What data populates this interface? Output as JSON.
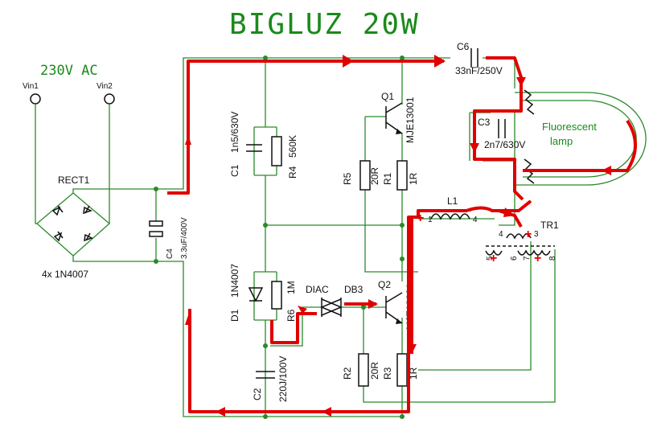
{
  "title": "BIGLUZ 20W",
  "supply": {
    "label": "230V AC",
    "vin1": "Vin1",
    "vin2": "Vin2"
  },
  "rectifier": {
    "name": "RECT1",
    "diodes": "4x 1N4007"
  },
  "components": {
    "c1": {
      "name": "C1",
      "value": "1n5/630V"
    },
    "r4": {
      "name": "R4",
      "value": "560K"
    },
    "c4": {
      "name": "C4",
      "value": "3.3uF/400V"
    },
    "d1": {
      "name": "D1",
      "value": "1N4007"
    },
    "r6": {
      "name": "R6",
      "value": "1M"
    },
    "c2": {
      "name": "C2",
      "value": "220J/100V"
    },
    "diac": {
      "name": "DIAC",
      "ref": "DB3"
    },
    "q1": {
      "name": "Q1",
      "value": "MJE13001"
    },
    "q2": {
      "name": "Q2",
      "value": "MJE13001"
    },
    "r5": {
      "name": "R5",
      "value": "20R"
    },
    "r1": {
      "name": "R1",
      "value": "1R"
    },
    "r2": {
      "name": "R2",
      "value": "20R"
    },
    "r3": {
      "name": "R3",
      "value": "1R"
    },
    "c6": {
      "name": "C6",
      "value": "33nF/250V"
    },
    "c3": {
      "name": "C3",
      "value": "2n7/630V"
    },
    "l1": {
      "name": "L1",
      "pin1": "1",
      "pin4": "4"
    },
    "tr1": {
      "name": "TR1",
      "pins": [
        "4",
        "3",
        "5",
        "6",
        "7",
        "8"
      ]
    }
  },
  "lamp": {
    "label_line1": "Fluorescent",
    "label_line2": "lamp"
  },
  "colors": {
    "wire": "#2a8a2a",
    "current": "#e00000",
    "title": "#1a8a1a"
  }
}
